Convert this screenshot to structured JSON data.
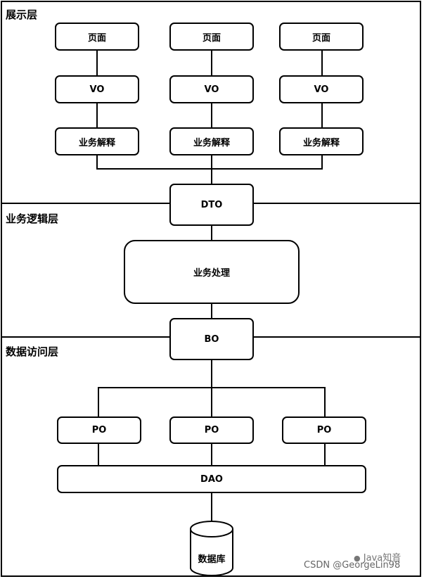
{
  "layers": {
    "presentation": "展示层",
    "business_logic": "业务逻辑层",
    "data_access": "数据访问层"
  },
  "nodes": {
    "page": "页面",
    "vo": "VO",
    "business_interpret": "业务解释",
    "dto": "DTO",
    "business_process": "业务处理",
    "bo": "BO",
    "po": "PO",
    "dao": "DAO",
    "database": "数据库"
  },
  "watermark": {
    "brand": "Java知音",
    "credit": "CSDN @GeorgeLin98"
  }
}
